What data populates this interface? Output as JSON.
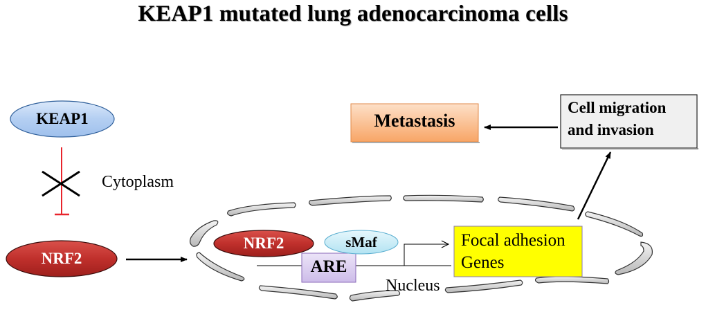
{
  "title": "KEAP1 mutated lung adenocarcinoma cells",
  "nodes": {
    "keap1": {
      "label": "KEAP1",
      "fill": "#bcd6f4"
    },
    "nrf2_cytoplasm": {
      "label": "NRF2",
      "fill": "#c0302c"
    },
    "nrf2_nucleus": {
      "label": "NRF2",
      "fill": "#c0302c"
    },
    "smaf": {
      "label": "sMaf",
      "fill": "#c6ecf6"
    },
    "are": {
      "label": "ARE",
      "fill": "#dccff0"
    },
    "focal_adhesion": {
      "line1": "Focal adhesion",
      "line2": "Genes",
      "fill": "#ffff00"
    },
    "cell_migration": {
      "line1": "Cell migration",
      "line2": "and invasion",
      "fill": "#f0f0f0"
    },
    "metastasis": {
      "label": "Metastasis",
      "fill": "#fbb886"
    }
  },
  "compartments": {
    "cytoplasm": "Cytoplasm",
    "nucleus": "Nucleus"
  },
  "edges": [
    {
      "from": "KEAP1",
      "to": "NRF2",
      "type": "inhibition",
      "blocked": true,
      "color": "#e8242c"
    },
    {
      "from": "NRF2",
      "to": "Nucleus",
      "type": "activation"
    },
    {
      "from": "ARE",
      "to": "Focal adhesion Genes",
      "type": "transcription"
    },
    {
      "from": "Focal adhesion Genes",
      "to": "Cell migration and invasion",
      "type": "activation"
    },
    {
      "from": "Cell migration and invasion",
      "to": "Metastasis",
      "type": "activation"
    }
  ]
}
